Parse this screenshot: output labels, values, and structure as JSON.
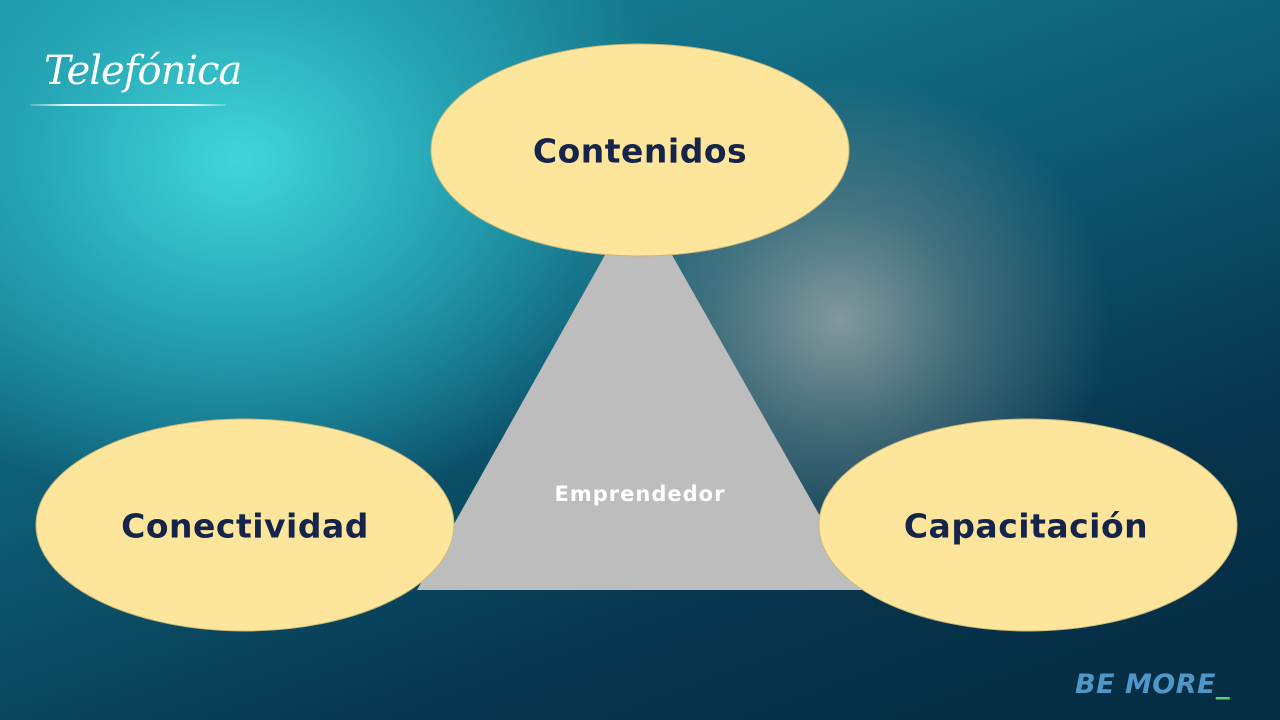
{
  "brand": {
    "logo_text": "Telefónica",
    "tagline": "BE MORE",
    "tagline_suffix": "_"
  },
  "diagram": {
    "center": "Emprendedor",
    "nodes": {
      "top": "Contenidos",
      "left": "Conectividad",
      "right": "Capacitación"
    }
  },
  "colors": {
    "ellipse_fill": "#fde69b",
    "triangle_fill": "#bdbdbd",
    "node_text": "#15244a",
    "tagline": "#4f97c9",
    "tagline_accent": "#5fd07a"
  }
}
